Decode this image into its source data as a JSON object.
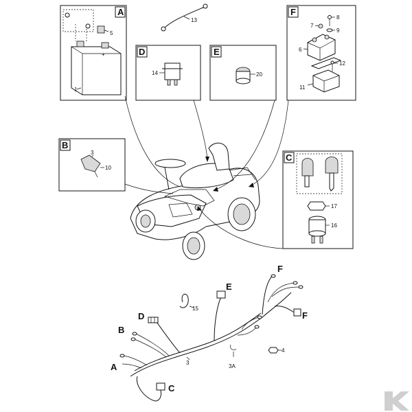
{
  "boxes": {
    "A": "A",
    "B": "B",
    "C": "C",
    "D": "D",
    "E": "E",
    "F": "F"
  },
  "parts": {
    "p1": "1",
    "p3": "3",
    "p3b": "3",
    "p3A": "3A",
    "p4": "4",
    "p5": "5",
    "p6": "6",
    "p7": "7",
    "p8": "8",
    "p9": "9",
    "p10": "10",
    "p11": "11",
    "p12": "12",
    "p13": "13",
    "p14": "14",
    "p15": "15",
    "p16": "16",
    "p17": "17",
    "p20": "20"
  },
  "wire_letters": {
    "A": "A",
    "B": "B",
    "C": "C",
    "D": "D",
    "E": "E",
    "F1": "F",
    "F2": "F"
  },
  "colors": {
    "line": "#111111",
    "brand_logo": "#cfcfcf"
  },
  "logo_icon": "k-brand-logo"
}
